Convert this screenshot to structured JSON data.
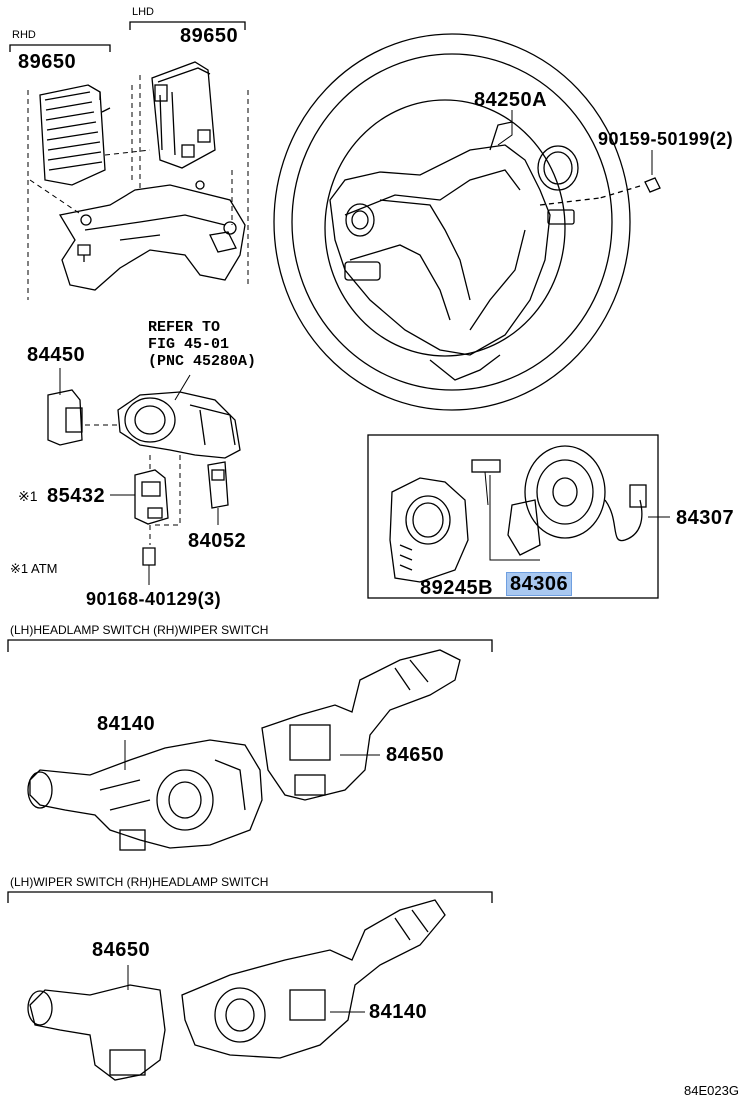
{
  "groups": {
    "rhd": "RHD",
    "lhd": "LHD"
  },
  "parts": {
    "p89650_rhd": "89650",
    "p89650_lhd": "89650",
    "p84250a": "84250A",
    "p90159": "90159-50199(2)",
    "p84450": "84450",
    "refer": [
      "REFER TO",
      "FIG 45-01",
      "(PNC 45280A)"
    ],
    "p85432": "85432",
    "p85432_mark": "※1",
    "p84052": "84052",
    "atm_note": "※1 ATM",
    "p90168": "90168-40129(3)",
    "p84307": "84307",
    "p89245b": "89245B",
    "p84306": "84306",
    "p84140_a": "84140",
    "p84650_a": "84650",
    "p84650_b": "84650",
    "p84140_b": "84140"
  },
  "sections": {
    "headlamp_wiper": "(LH)HEADLAMP SWITCH  (RH)WIPER SWITCH",
    "wiper_headlamp": "(LH)WIPER SWITCH  (RH)HEADLAMP SWITCH"
  },
  "figure_code": "84E023G",
  "highlight_color": "#a9c8f0"
}
